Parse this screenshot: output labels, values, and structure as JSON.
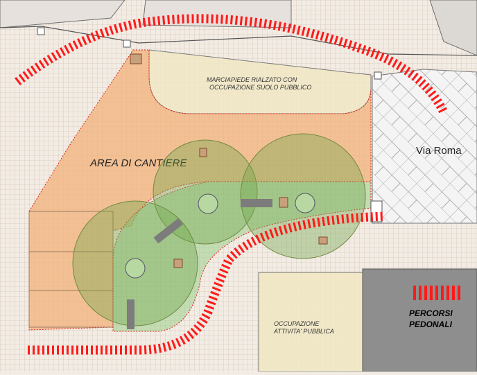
{
  "labels": {
    "sidewalk_line1": "MARCIAPIEDE RIALZATO CON",
    "sidewalk_line2": "OCCUPAZIONE SUOLO PUBBLICO",
    "work_area": "AREA DI CANTIERE",
    "street": "Via Roma",
    "occupation_line1": "OCCUPAZIONE",
    "occupation_line2": "ATTIVITA' PUBBLICA"
  },
  "legend": {
    "line1": "PERCORSI",
    "line2": "PEDONALI"
  },
  "colors": {
    "background": "#f2ece4",
    "grid": "#c9b7a6",
    "work_area_fill": "#f2b27a",
    "sidewalk_fill": "#f1e8c4",
    "green_area": "#9dd08a",
    "tree_canopy": "#6fa64a",
    "street_gray": "#8e8e8e",
    "pedestrian_path": "#ff1a1a",
    "boundary_red": "#e02020"
  }
}
